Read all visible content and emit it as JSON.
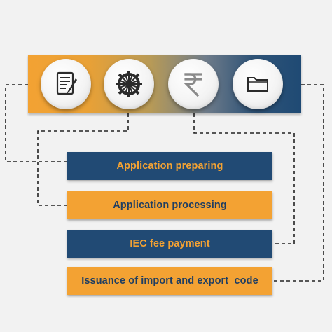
{
  "diagram": {
    "icons": [
      {
        "name": "document-icon"
      },
      {
        "name": "gear-icon"
      },
      {
        "name": "rupee-icon"
      },
      {
        "name": "folder-icon"
      }
    ],
    "steps": [
      {
        "label": "Application preparing",
        "style": "blue"
      },
      {
        "label": "Application processing",
        "style": "orange"
      },
      {
        "label": "IEC fee payment",
        "style": "blue"
      },
      {
        "label": "Issuance of import and export  code",
        "style": "orange"
      }
    ],
    "colors": {
      "navy": "#214a74",
      "orange": "#f3a233",
      "background": "#f2f2f2",
      "connector": "#222222"
    }
  }
}
